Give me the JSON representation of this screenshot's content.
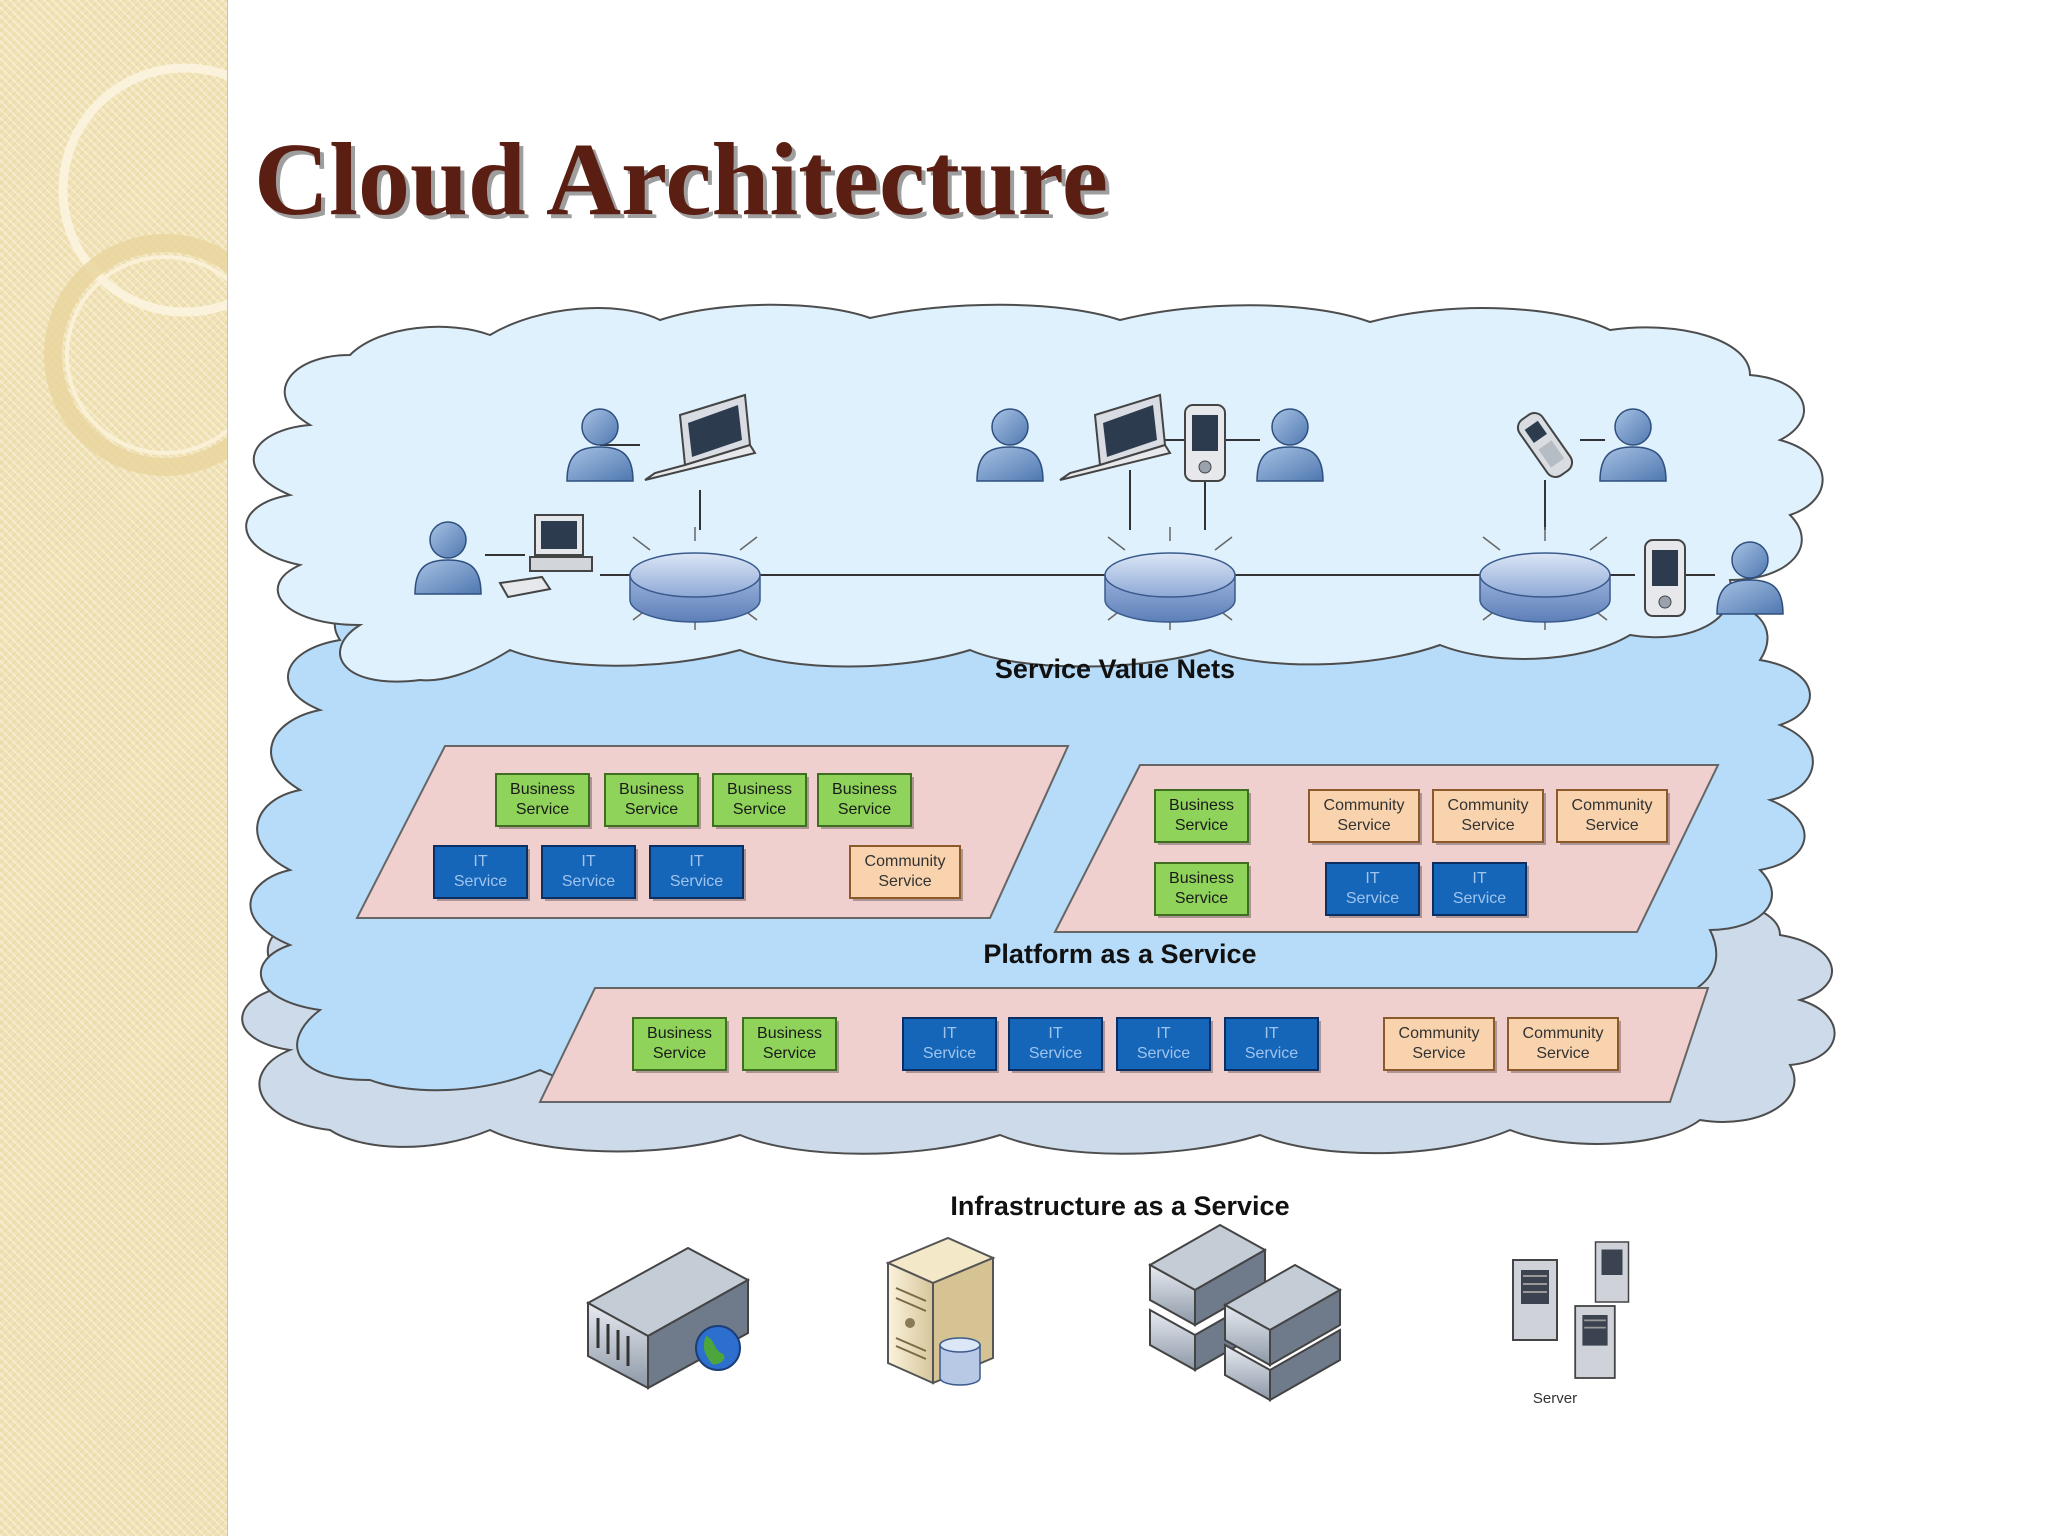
{
  "slide": {
    "title": "Cloud Architecture"
  },
  "layers": {
    "service_value_nets": {
      "label": "Service Value Nets"
    },
    "paas": {
      "label": "Platform as a Service"
    },
    "iaas": {
      "label": "Infrastructure as a Service",
      "server_label": "Server"
    }
  },
  "service_labels": {
    "business": [
      "Business",
      "Service"
    ],
    "it": [
      "IT",
      "Service"
    ],
    "community": [
      "Community",
      "Service"
    ]
  },
  "colors": {
    "cloud_top": "#dff1fc",
    "cloud_middle": "#b6dcf9",
    "cloud_bottom": "#ccdaea",
    "panel": "#f0cfcf",
    "business_fill": "#8fd35a",
    "it_fill": "#1565b8",
    "community_fill": "#f8d3ae",
    "title": "#5a1e12"
  },
  "icons": {
    "user": "user-icon",
    "laptop": "laptop-icon",
    "desktop": "desktop-computer-icon",
    "pda": "pda-icon",
    "phone": "mobile-phone-icon",
    "hub": "network-hub-icon",
    "server": "server-icon"
  }
}
